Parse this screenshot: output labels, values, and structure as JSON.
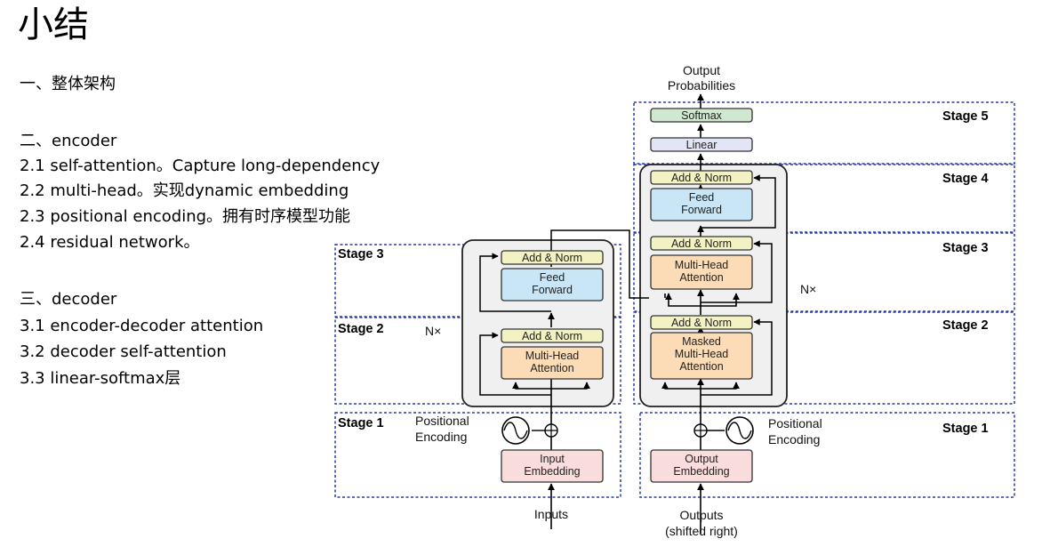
{
  "slide": {
    "title": "小结",
    "lines": [
      "一、整体架构",
      "二、encoder",
      "2.1 self-attention。Capture long-dependency",
      "2.2 multi-head。实现dynamic embedding",
      "2.3 positional encoding。拥有时序模型功能",
      "2.4 residual network。",
      "三、decoder",
      "3.1 encoder-decoder attention",
      "3.2 decoder self-attention",
      "3.3 linear-softmax层"
    ]
  },
  "diagram": {
    "output_probabilities": [
      "Output",
      "Probabilities"
    ],
    "softmax": "Softmax",
    "linear": "Linear",
    "add_norm": "Add & Norm",
    "feed_forward": [
      "Feed",
      "Forward"
    ],
    "multi_head_attention": [
      "Multi-Head",
      "Attention"
    ],
    "masked_multi_head_attention": [
      "Masked",
      "Multi-Head",
      "Attention"
    ],
    "nx": "N×",
    "positional_encoding": [
      "Positional",
      "Encoding"
    ],
    "input_embedding": [
      "Input",
      "Embedding"
    ],
    "output_embedding": [
      "Output",
      "Embedding"
    ],
    "inputs": "Inputs",
    "outputs": [
      "Outputs",
      "(shifted right)"
    ],
    "stages": {
      "s1": "Stage 1",
      "s2": "Stage 2",
      "s3": "Stage 3",
      "s4": "Stage 4",
      "s5": "Stage 5"
    },
    "colors": {
      "stage_border": "#2a3aa8",
      "add_norm": "#f2f2c2",
      "feed_forward": "#c8e6f5",
      "attention": "#fbdcb6",
      "embedding": "#f9dcdc",
      "softmax": "#cfe8cf",
      "linear": "#e3e4f6",
      "stack_bg": "#f0f0f0"
    }
  }
}
